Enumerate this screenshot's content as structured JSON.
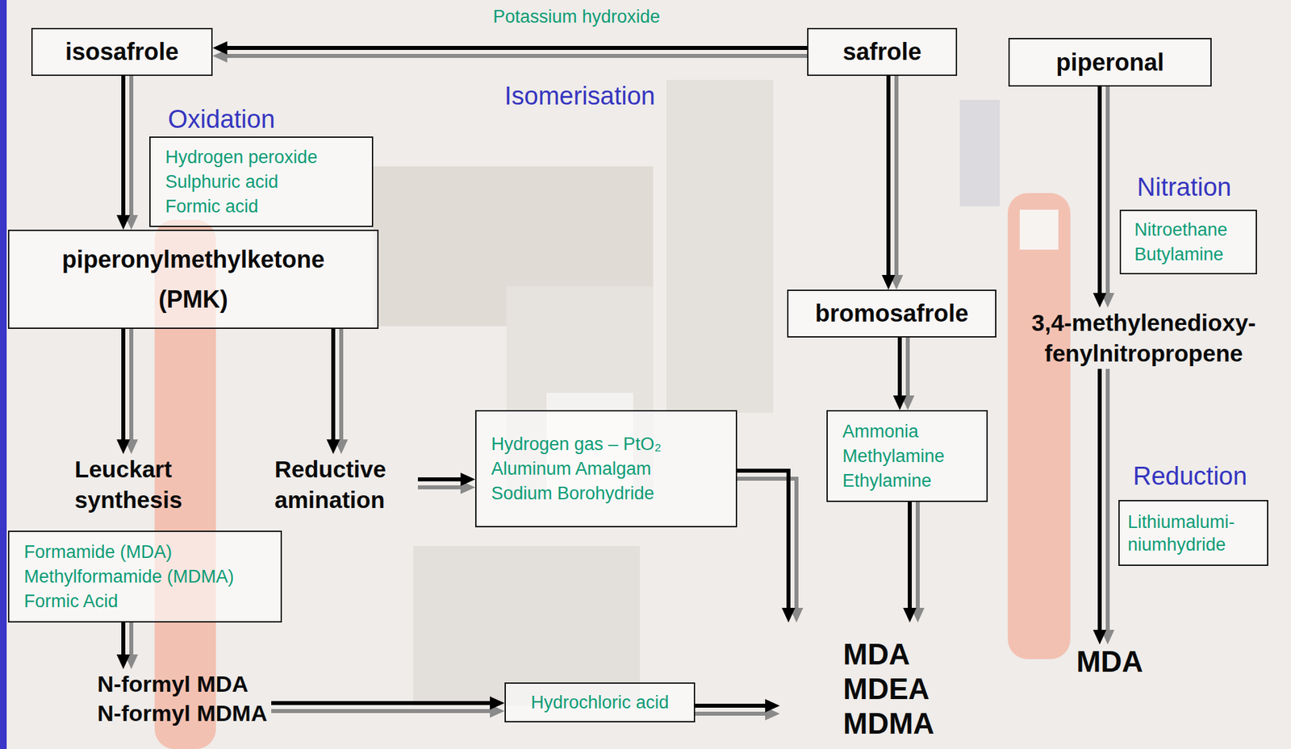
{
  "diagram": {
    "nodes": [
      {
        "text": [
          "isosafrole"
        ]
      },
      {
        "text": [
          "safrole"
        ]
      },
      {
        "text": [
          "piperonal"
        ]
      },
      {
        "text": [
          "Oxidation",
          "Hydrogen peroxide",
          "Sulphuric acid",
          "Formic acid"
        ]
      },
      {
        "text": [
          "Nitration",
          "Nitroethane",
          "Butylamine"
        ]
      },
      {
        "text": [
          "piperonylmethylketone",
          "(PMK)"
        ]
      },
      {
        "text": [
          "bromosafrole"
        ]
      },
      {
        "text": [
          "3,4-methylenedioxy-fenylnitropropene"
        ]
      },
      {
        "text": [
          "Hydrogen gas – PtO₂",
          "Aluminum Amalgam",
          "Sodium Borohydride"
        ]
      },
      {
        "text": [
          "Ammonia",
          "Methylamine",
          "Ethylamine"
        ]
      },
      {
        "text": [
          "Leuckart synthesis"
        ]
      },
      {
        "text": [
          "Reductive amination"
        ]
      },
      {
        "text": [
          "Reduction",
          "Lithiumalumi- niumhydride"
        ]
      },
      {
        "text": [
          "Formamide (MDA)",
          "Methylformamide (MDMA)",
          "Formic Acid"
        ]
      },
      {
        "text": [
          "MDA"
        ]
      },
      {
        "text": [
          "MDA",
          "MDEA",
          "MDMA"
        ]
      },
      {
        "text": [
          "N-formyl MDA",
          "N-formyl MDMA"
        ]
      },
      {
        "text": [
          "Hydrochloric acid"
        ]
      }
    ],
    "edges": [
      {
        "from": 1,
        "to": 0,
        "arrow": "to",
        "label": "Potassium hydroxide"
      },
      {
        "from": 0,
        "to": 5,
        "arrow": "to"
      },
      {
        "from": 5,
        "to": 10,
        "arrow": "to"
      },
      {
        "from": 5,
        "to": 11,
        "arrow": "to"
      },
      {
        "from": 11,
        "to": 8,
        "arrow": "to"
      },
      {
        "from": 8,
        "to": 15,
        "arrow": "to"
      },
      {
        "from": 13,
        "to": 16,
        "arrow": "to"
      },
      {
        "from": 16,
        "to": 17,
        "arrow": "to"
      },
      {
        "from": 17,
        "to": 15,
        "arrow": "to"
      },
      {
        "from": 1,
        "to": 6,
        "arrow": "to"
      },
      {
        "from": 6,
        "to": 9,
        "arrow": "to"
      },
      {
        "from": 9,
        "to": 15,
        "arrow": "to"
      },
      {
        "from": 2,
        "to": 7,
        "arrow": "to"
      },
      {
        "from": 7,
        "to": 14,
        "arrow": "to"
      }
    ],
    "labels": [
      "Isomerisation"
    ]
  }
}
